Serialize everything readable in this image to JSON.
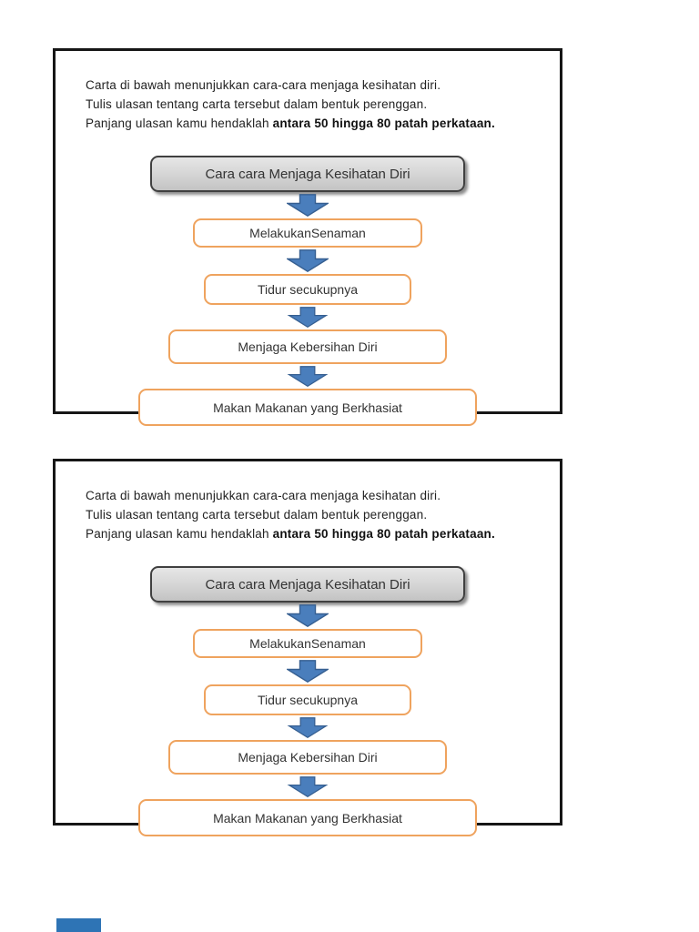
{
  "page": {
    "background": "#ffffff",
    "progress_bar_color": "#2e74b5"
  },
  "colors": {
    "panel_border": "#161616",
    "title_box_fill_top": "#e6e6e6",
    "title_box_fill_bottom": "#c3c3c3",
    "title_box_border": "#404040",
    "step_box_border": "#efa35e",
    "arrow_fill": "#4a7ebc",
    "arrow_border": "#365f91",
    "text_color": "#222222"
  },
  "panels": [
    {
      "instructions": {
        "line1": "Carta di bawah menunjukkan  cara-cara  menjaga kesihatan diri.",
        "line2": "Tulis ulasan tentang carta tersebut dalam bentuk perenggan.",
        "line3_normal": "Panjang ulasan kamu hendaklah ",
        "line3_bold": "antara 50 hingga 80 patah perkataan."
      },
      "flowchart": {
        "title": "Cara cara Menjaga Kesihatan Diri",
        "steps": [
          "MelakukanSenaman",
          "Tidur secukupnya",
          "Menjaga Kebersihan Diri",
          "Makan Makanan yang Berkhasiat"
        ]
      }
    },
    {
      "instructions": {
        "line1": "Carta di bawah menunjukkan  cara-cara  menjaga kesihatan diri.",
        "line2": "Tulis ulasan tentang carta tersebut dalam bentuk perenggan.",
        "line3_normal": "Panjang ulasan kamu hendaklah ",
        "line3_bold": "antara 50 hingga 80 patah perkataan."
      },
      "flowchart": {
        "title": "Cara cara Menjaga Kesihatan Diri",
        "steps": [
          "MelakukanSenaman",
          "Tidur secukupnya",
          "Menjaga Kebersihan Diri",
          "Makan Makanan yang Berkhasiat"
        ]
      }
    }
  ]
}
